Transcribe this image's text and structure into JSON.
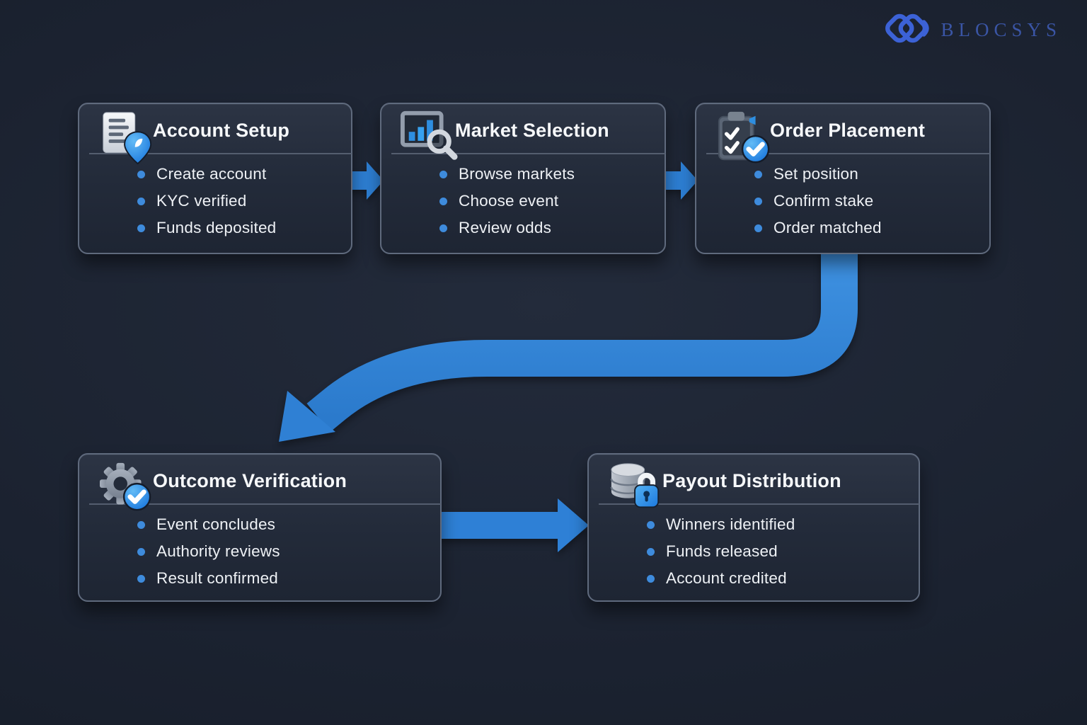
{
  "logo": {
    "brand": "BLOCSYS"
  },
  "steps": [
    {
      "title": "Account Setup",
      "icon": "document-pin-icon",
      "items": [
        "Create account",
        "KYC verified",
        "Funds deposited"
      ]
    },
    {
      "title": "Market Selection",
      "icon": "chart-magnifier-icon",
      "items": [
        "Browse markets",
        "Choose event",
        "Review odds"
      ]
    },
    {
      "title": "Order Placement",
      "icon": "clipboard-check-icon",
      "items": [
        "Set position",
        "Confirm stake",
        "Order matched"
      ]
    },
    {
      "title": "Outcome Verification",
      "icon": "gear-check-icon",
      "items": [
        "Event concludes",
        "Authority reviews",
        "Result confirmed"
      ]
    },
    {
      "title": "Payout Distribution",
      "icon": "coins-lock-icon",
      "items": [
        "Winners identified",
        "Funds released",
        "Account credited"
      ]
    }
  ],
  "colors": {
    "background": "#1b2230",
    "card_background": "#242c3b",
    "card_border": "#5f6a7d",
    "accent_arrow_blue": "#3285d8",
    "bullet_blue": "#3e8bdc",
    "badge_blue": "#2a8ae4",
    "logo_icon_blue": "#3c62d6",
    "logo_text_blue": "#3a55a5",
    "title_text": "#f6f8fa",
    "body_text": "#eef1f5"
  }
}
